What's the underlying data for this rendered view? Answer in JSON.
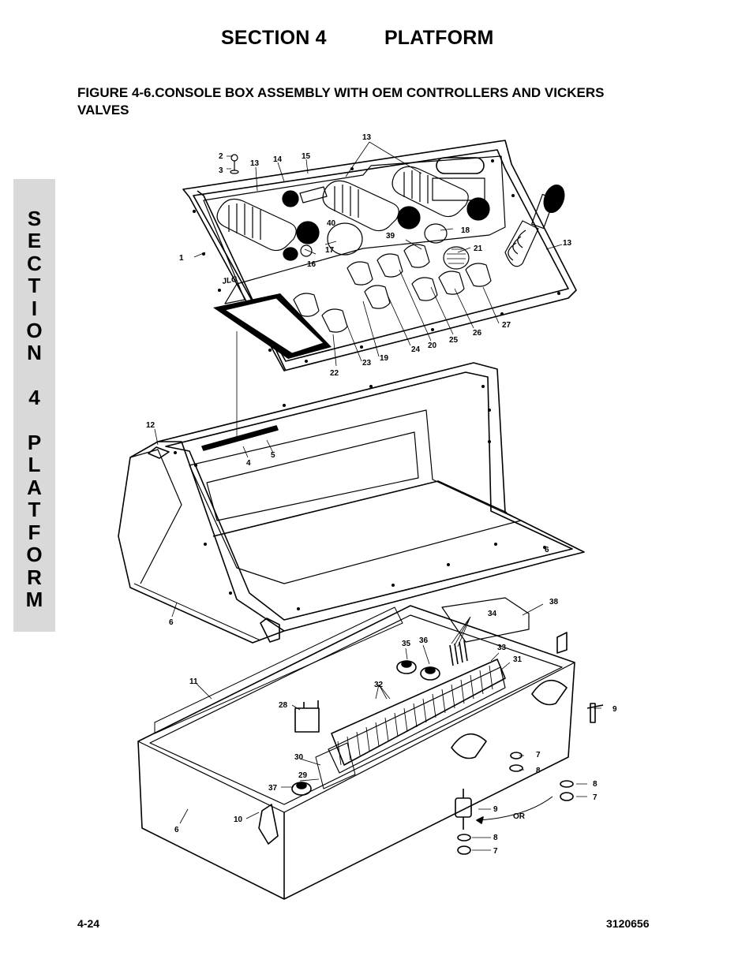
{
  "header": {
    "section": "SECTION 4",
    "title": "PLATFORM"
  },
  "figure": {
    "title": "FIGURE 4-6.CONSOLE BOX ASSEMBLY WITH OEM CONTROLLERS AND VICKERS VALVES"
  },
  "side_tab": {
    "letters": [
      "S",
      "E",
      "C",
      "T",
      "I",
      "O",
      "N",
      "",
      "4",
      "",
      "P",
      "L",
      "A",
      "T",
      "F",
      "O",
      "R",
      "M"
    ]
  },
  "drawing": {
    "logo": "JLG",
    "or_label": "OR",
    "callouts": [
      "1",
      "2",
      "3",
      "4",
      "5",
      "6",
      "6",
      "6",
      "7",
      "7",
      "7",
      "8",
      "8",
      "8",
      "9",
      "9",
      "10",
      "11",
      "12",
      "13",
      "13",
      "13",
      "14",
      "15",
      "16",
      "17",
      "18",
      "19",
      "20",
      "21",
      "22",
      "23",
      "24",
      "25",
      "26",
      "27",
      "28",
      "29",
      "30",
      "31",
      "32",
      "33",
      "34",
      "35",
      "36",
      "37",
      "38",
      "39",
      "40"
    ]
  },
  "footer": {
    "page": "4-24",
    "doc_number": "3120656"
  }
}
